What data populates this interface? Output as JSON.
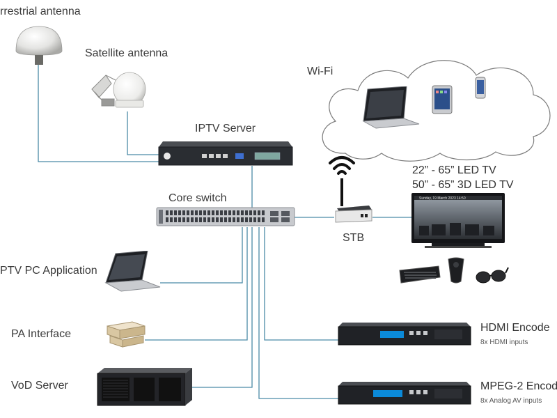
{
  "labels": {
    "terrestrial": "rrestrial antenna",
    "satellite": "Satellite antenna",
    "iptv_server": "IPTV Server",
    "core_switch": "Core switch",
    "wifi": "Wi-Fi",
    "stb": "STB",
    "led_tv_line1": "22” - 65” LED TV",
    "led_tv_line2": "50” - 65” 3D LED TV",
    "pc_app": "PTV PC Application",
    "pa_interface": "PA Interface",
    "vod_server": "VoD Server",
    "hdmi_encoder": "HDMI Encode",
    "hdmi_inputs": "8x HDMI inputs",
    "mpeg2_encoder": "MPEG-2 Encod",
    "analog_inputs": "8x Analog AV inputs"
  },
  "screen_text": {
    "tv_topbar": "Sunday, 19 March 2023    14:50"
  },
  "colors": {
    "wire": "#4a8aa6",
    "device_dark": "#2a2d32",
    "cloud_stroke": "#7c7c7c"
  }
}
